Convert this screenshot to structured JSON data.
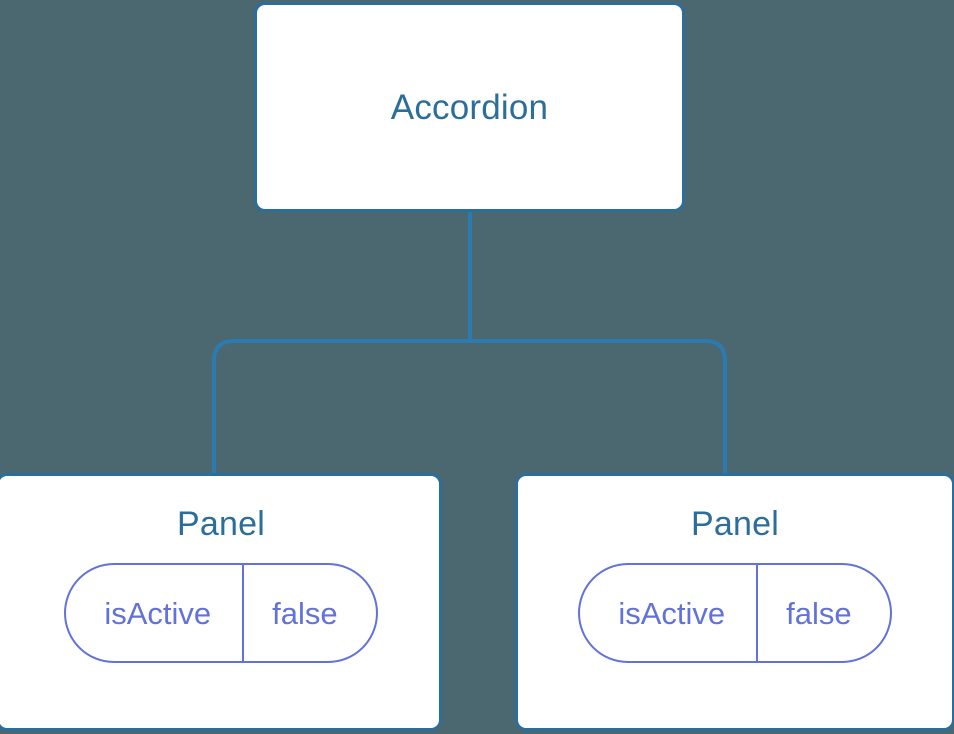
{
  "canvas": {
    "background_color": "#4b6770",
    "node_border_color": "#2c6e9b",
    "node_text_color": "#2c6e9b",
    "node_fill_color": "#ffffff",
    "prop_accent_color": "#6272d8",
    "connector_color": "#2c7bb0"
  },
  "tree": {
    "root": {
      "label": "Accordion"
    },
    "children": [
      {
        "label": "Panel",
        "props": [
          {
            "key": "isActive",
            "value": "false"
          }
        ]
      },
      {
        "label": "Panel",
        "props": [
          {
            "key": "isActive",
            "value": "false"
          }
        ]
      }
    ]
  }
}
